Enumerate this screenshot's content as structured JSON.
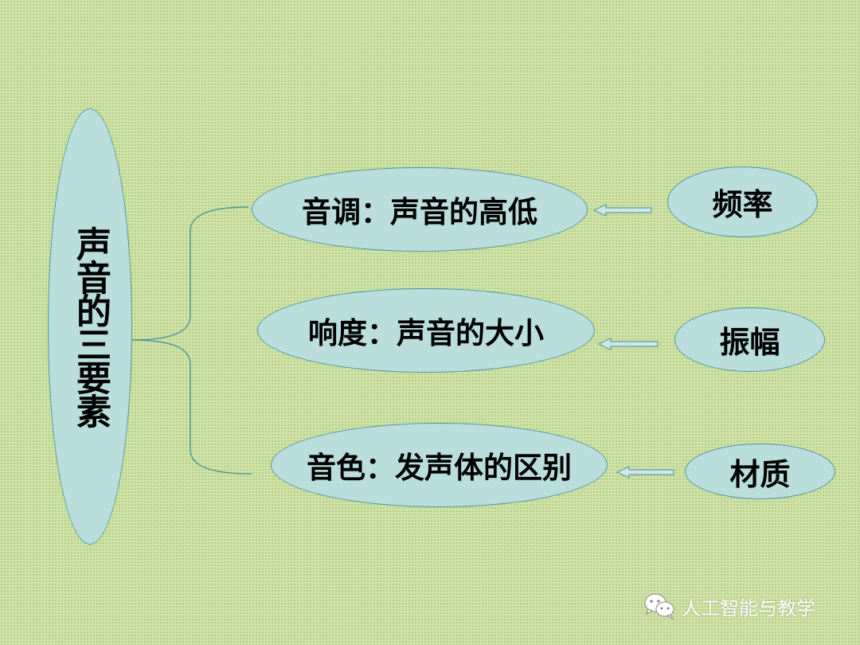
{
  "diagram": {
    "root": {
      "label": "声音的三要素"
    },
    "branches": [
      {
        "label": "音调：声音的高低",
        "cause": "频率"
      },
      {
        "label": "响度：声音的大小",
        "cause": "振幅"
      },
      {
        "label": "音色：发声体的区别",
        "cause": "材质"
      }
    ]
  },
  "watermark": {
    "icon": "wechat-icon",
    "text": "人工智能与教学"
  },
  "colors": {
    "background": "#cfe3a6",
    "node_fill": "#b9dedc",
    "node_border": "#4f9a9a",
    "arrow_fill": "#cfe8e6"
  }
}
